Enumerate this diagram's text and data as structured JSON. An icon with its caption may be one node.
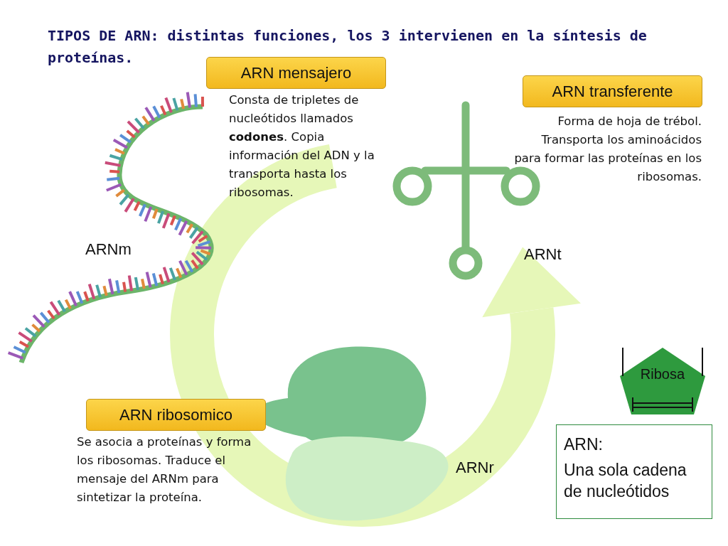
{
  "diagram": {
    "title": "TIPOS DE ARN: distintas funciones, los 3 intervienen en la síntesis de proteínas.",
    "nodes": [
      {
        "text": [
          "ARN mensajero"
        ],
        "beside": [
          "Consta de tripletes de nucleótidos llamados **codones**. Copia información del ADN y la transporta hasta los ribosomas."
        ]
      },
      {
        "text": [
          "ARN transferente"
        ],
        "beside": [
          "Forma de hoja de trébol. Transporta los aminoácidos para formar las proteínas en los ribosomas."
        ]
      },
      {
        "text": [
          "ARN ribosomico"
        ],
        "beside": [
          "Se asocia a proteínas y forma los ribosomas. Traduce el mensaje del ARNm para sintetizar la proteína."
        ]
      },
      {
        "text": [
          "Ribosa"
        ]
      },
      {
        "text": [
          "ARN:",
          "Una sola cadena de nucleótidos"
        ]
      }
    ],
    "labels": [
      "ARNm",
      "ARNt",
      "ARNr"
    ]
  }
}
